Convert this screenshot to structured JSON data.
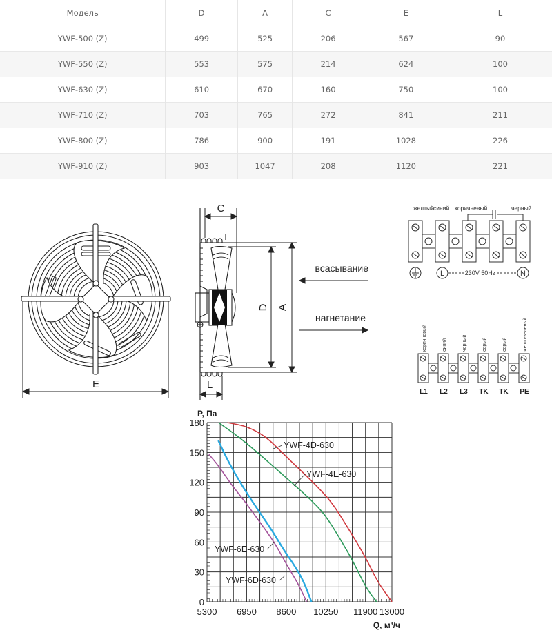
{
  "table": {
    "headers": [
      "Модель",
      "D",
      "A",
      "C",
      "E",
      "L"
    ],
    "rows": [
      [
        "YWF-500 (Z)",
        "499",
        "525",
        "206",
        "567",
        "90"
      ],
      [
        "YWF-550 (Z)",
        "553",
        "575",
        "214",
        "624",
        "100"
      ],
      [
        "YWF-630 (Z)",
        "610",
        "670",
        "160",
        "750",
        "100"
      ],
      [
        "YWF-710 (Z)",
        "703",
        "765",
        "272",
        "841",
        "211"
      ],
      [
        "YWF-800 (Z)",
        "786",
        "900",
        "191",
        "1028",
        "226"
      ],
      [
        "YWF-910 (Z)",
        "903",
        "1047",
        "208",
        "1120",
        "221"
      ]
    ]
  },
  "front_view": {
    "dimension_label": "E"
  },
  "side_view": {
    "dim_c": "C",
    "dim_d": "D",
    "dim_a": "A",
    "dim_l": "L",
    "suction_label": "всасывание",
    "discharge_label": "нагнетание"
  },
  "wiring_single_phase": {
    "wire_labels": [
      "желтый",
      "синий",
      "коричневый",
      "черный"
    ],
    "terminal_ground": "⏚",
    "terminal_l": "L",
    "terminal_n": "N",
    "supply_label": "230V 50Hz"
  },
  "wiring_three_phase": {
    "wire_labels": [
      "коричневый",
      "синий",
      "черный",
      "серый",
      "серый",
      "желто-зеленый"
    ],
    "terminal_labels": [
      "L1",
      "L2",
      "L3",
      "TK",
      "TK",
      "PE"
    ]
  },
  "chart_data": {
    "type": "line",
    "title": "",
    "xlabel": "Q, м³/ч",
    "ylabel": "P, Па",
    "xlim": [
      5300,
      13000
    ],
    "ylim": [
      0,
      180
    ],
    "x_ticks": [
      "5300",
      "6950",
      "8600",
      "10250",
      "11900",
      "13000"
    ],
    "y_ticks": [
      "0",
      "30",
      "60",
      "90",
      "120",
      "150",
      "180"
    ],
    "grid": true,
    "series": [
      {
        "name": "YWF-4D-630",
        "color": "#d0393e",
        "x": [
          6150,
          7000,
          7800,
          8500,
          9200,
          9800,
          10500,
          11200,
          11900,
          12400,
          13000
        ],
        "y": [
          180,
          176,
          165,
          148,
          132,
          118,
          100,
          73,
          45,
          20,
          0
        ]
      },
      {
        "name": "YWF-4E-630",
        "color": "#2e9b5c",
        "x": [
          5780,
          6600,
          7400,
          8200,
          9000,
          9600,
          10200,
          10800,
          11400,
          11900,
          12360
        ],
        "y": [
          180,
          166,
          150,
          133,
          116,
          103,
          88,
          65,
          40,
          15,
          0
        ]
      },
      {
        "name": "YWF-6E-630",
        "color": "#2aa9e0",
        "x": [
          5770,
          6200,
          6800,
          7400,
          8000,
          8500,
          8900,
          9300,
          9650
        ],
        "y": [
          162,
          140,
          115,
          93,
          72,
          52,
          38,
          22,
          0
        ]
      },
      {
        "name": "YWF-6D-630",
        "color": "#a3529a",
        "x": [
          5380,
          5800,
          6300,
          6900,
          7500,
          8100,
          8600,
          9100,
          9450
        ],
        "y": [
          148,
          136,
          118,
          100,
          80,
          60,
          38,
          18,
          0
        ]
      }
    ],
    "annotations": [
      "YWF-4D-630",
      "YWF-4E-630",
      "YWF-6E-630",
      "YWF-6D-630"
    ],
    "legend_position": "inline labels"
  }
}
